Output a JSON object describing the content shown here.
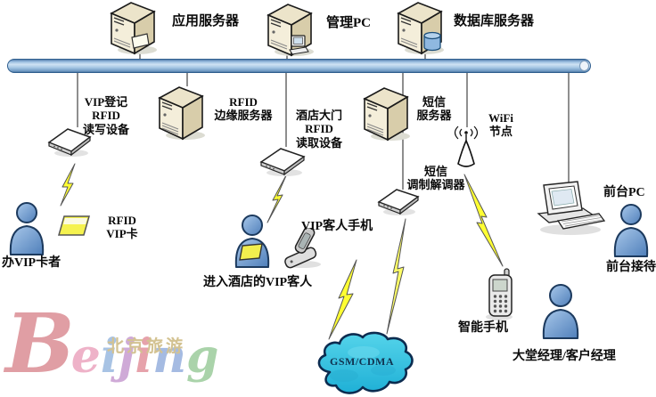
{
  "nodes": {
    "app_server": {
      "label": "应用服务器"
    },
    "mgmt_pc": {
      "label": "管理PC"
    },
    "db_server": {
      "label": "数据库服务器"
    },
    "vip_reg_reader": {
      "label": "VIP登记\nRFID\n读写设备"
    },
    "rfid_edge_server": {
      "label": "RFID\n边缘服务器"
    },
    "hotel_gate_reader": {
      "label": "酒店大门\nRFID\n读取设备"
    },
    "sms_server": {
      "label": "短信\n服务器"
    },
    "wifi_node": {
      "label": "WiFi\n节点"
    },
    "front_desk_pc": {
      "label": "前台PC"
    },
    "sms_modem": {
      "label": "短信\n调制解调器"
    },
    "rfid_vip_card": {
      "label": "RFID\nVIP卡"
    },
    "vip_card_applicant": {
      "label": "办VIP卡者"
    },
    "vip_guest_phone": {
      "label": "VIP客人手机"
    },
    "vip_guest": {
      "label": "进入酒店的VIP客人"
    },
    "gsm_cdma_cloud": {
      "label": "GSM/CDMA"
    },
    "smartphone": {
      "label": "智能手机"
    },
    "lobby_manager": {
      "label": "大堂经理/客户经理"
    },
    "front_desk_reception": {
      "label": "前台接待"
    }
  },
  "watermark": {
    "brand": "Beijing",
    "subtitle": "北京旅游",
    "letters": [
      {
        "ch": "B",
        "color": "#d9868e"
      },
      {
        "ch": "e",
        "color": "#eba0bb"
      },
      {
        "ch": "i",
        "color": "#93b5de"
      },
      {
        "ch": "j",
        "color": "#c495ce"
      },
      {
        "ch": "i",
        "color": "#e18b97"
      },
      {
        "ch": "n",
        "color": "#8fabdb"
      },
      {
        "ch": "g",
        "color": "#96c996"
      }
    ],
    "subtitle_color": "#c9b476"
  },
  "colors": {
    "bus_blue": "#a9c9e6",
    "cloud_cyan": "#2fc0e0",
    "lightning_yellow": "#ffff33",
    "person_blue": "#6f9dd1",
    "card_yellow": "#f2ee4e",
    "server_beige": "#f2ecd8",
    "outline_dark": "#1a1a1a"
  }
}
